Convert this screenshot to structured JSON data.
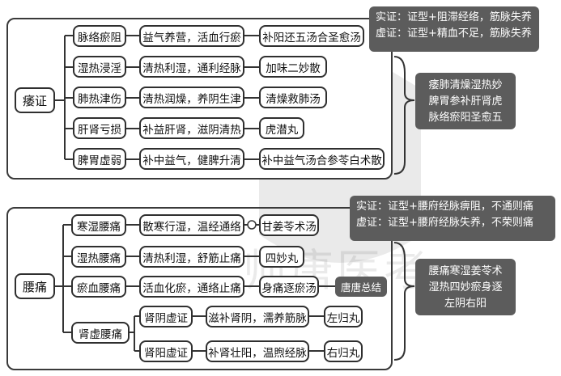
{
  "watermark_text": "师唐医考",
  "colors": {
    "note_bg": "#5c5c5c",
    "line": "#333333"
  },
  "section1": {
    "root": "痿证",
    "branches": [
      {
        "type": "脉络瘀阻",
        "method": "益气养营，活血行瘀",
        "formula": "补阳还五汤合圣愈汤"
      },
      {
        "type": "湿热浸淫",
        "method": "清热利湿，通利经脉",
        "formula": "加味二妙散"
      },
      {
        "type": "肺热津伤",
        "method": "清热润燥，养阴生津",
        "formula": "清燥救肺汤"
      },
      {
        "type": "肝肾亏损",
        "method": "补益肝肾，滋阴清热",
        "formula": "虎潜丸"
      },
      {
        "type": "脾胃虚弱",
        "method": "补中益气，健脾升清",
        "formula": "补中益气汤合参苓白术散"
      }
    ],
    "note": [
      "实证：证型+阻滞经络，筋脉失养",
      "虚证：证型+精血不足，筋脉失养"
    ],
    "mnemonic": [
      "痿肺清燥湿热妙",
      "脾胃参补肝肾虎",
      "脉络瘀阳圣愈五"
    ]
  },
  "section2": {
    "root": "腰痛",
    "branches": [
      {
        "type": "寒湿腰痛",
        "method": "散寒行湿，温经通络",
        "formula": "甘姜苓术汤"
      },
      {
        "type": "湿热腰痛",
        "method": "清热利湿，舒筋止痛",
        "formula": "四妙丸"
      },
      {
        "type": "瘀血腰痛",
        "method": "活血化瘀，通络止痛",
        "formula": "身痛逐瘀汤"
      }
    ],
    "kidney": {
      "type": "肾虚腰痛",
      "subs": [
        {
          "type": "肾阴虚证",
          "method": "滋补肾阴，濡养筋脉",
          "formula": "左归丸"
        },
        {
          "type": "肾阳虚证",
          "method": "补肾壮阳，温煦经脉",
          "formula": "右归丸"
        }
      ]
    },
    "tag": "唐唐总结",
    "note": [
      "实证：证型+腰府经脉痹阻，不通则痛",
      "虚证：证型+腰府经脉失养，不荣则痛"
    ],
    "mnemonic": [
      "腰痛寒湿姜苓术",
      "湿热四妙瘀身逐",
      "左阴右阳"
    ]
  }
}
